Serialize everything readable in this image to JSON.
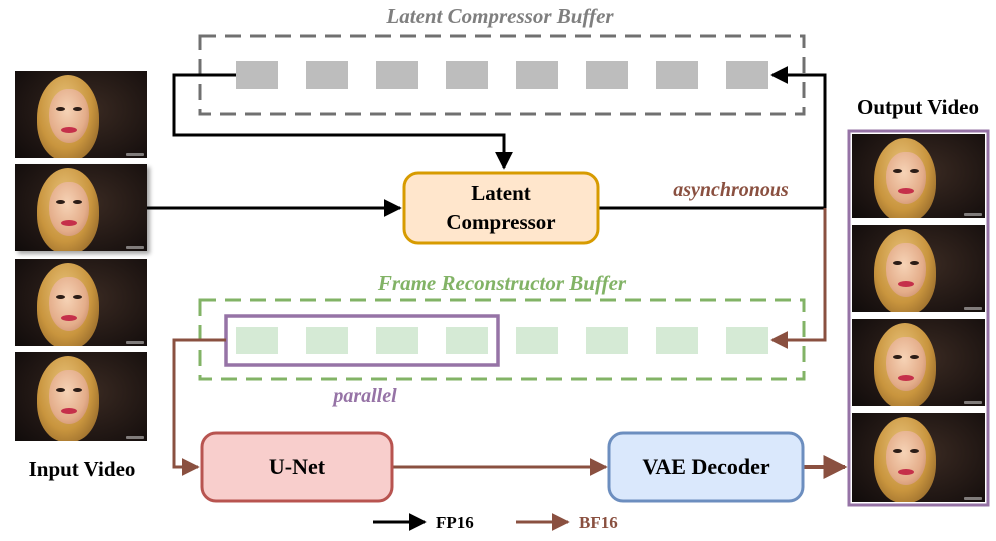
{
  "labels": {
    "latent_buffer": "Latent Compressor Buffer",
    "frame_buffer": "Frame Reconstructor Buffer",
    "latent_compressor_line1": "Latent",
    "latent_compressor_line2": "Compressor",
    "asynchronous": "asynchronous",
    "parallel": "parallel",
    "unet": "U-Net",
    "vae_decoder": "VAE Decoder",
    "input_video": "Input Video",
    "output_video": "Output Video",
    "legend_fp16": "FP16",
    "legend_bf16": "BF16"
  },
  "colors": {
    "fp16": "#000000",
    "bf16": "#8a5040",
    "latent_buffer_outline": "#707070",
    "latent_slot": "#bdbdbd",
    "frame_buffer_outline": "#82b366",
    "frame_slot": "#d5ead5",
    "parallel_highlight": "#9673a6",
    "compressor_fill": "#ffe6cc",
    "compressor_border": "#d79b00",
    "unet_fill": "#f8cecc",
    "unet_border": "#b85450",
    "vae_fill": "#dae8fc",
    "vae_border": "#6c8ebf",
    "output_border": "#9673a6"
  }
}
